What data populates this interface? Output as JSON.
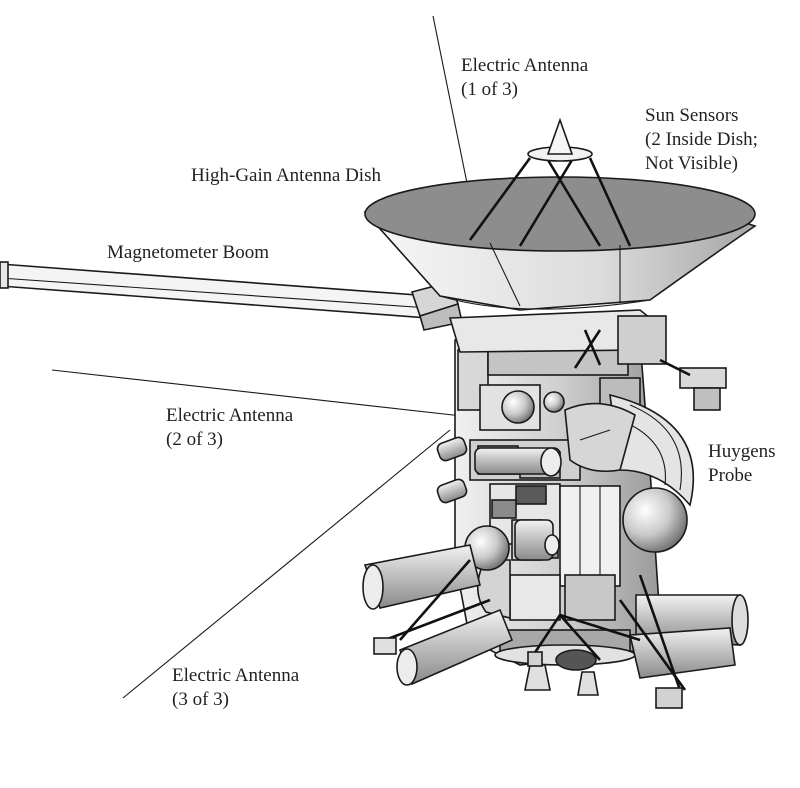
{
  "labels": {
    "electric_antenna_1": {
      "line1": "Electric Antenna",
      "line2": "(1 of 3)"
    },
    "sun_sensors": {
      "line1": "Sun Sensors",
      "line2": "(2 Inside Dish;",
      "line3": "Not Visible)"
    },
    "high_gain_dish": {
      "line1": "High-Gain Antenna Dish"
    },
    "magnetometer_boom": {
      "line1": "Magnetometer Boom"
    },
    "electric_antenna_2": {
      "line1": "Electric Antenna",
      "line2": "(2 of 3)"
    },
    "huygens_probe": {
      "line1": "Huygens",
      "line2": "Probe"
    },
    "electric_antenna_3": {
      "line1": "Electric Antenna",
      "line2": "(3 of 3)"
    }
  },
  "colors": {
    "line": "#1a1a1a",
    "light_gray": "#e6e6e6",
    "mid_gray": "#bdbdbd",
    "dark_gray": "#7a7a7a",
    "background": "#ffffff"
  }
}
